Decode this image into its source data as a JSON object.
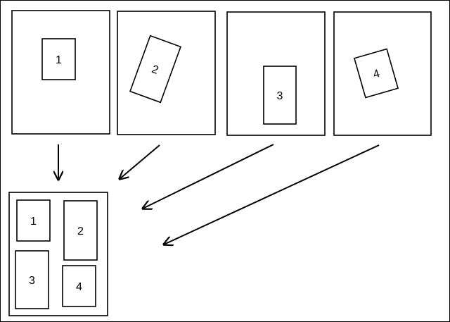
{
  "source_pages": [
    {
      "label": "1"
    },
    {
      "label": "2"
    },
    {
      "label": "3"
    },
    {
      "label": "4"
    }
  ],
  "combined_page": {
    "labels": [
      "1",
      "2",
      "3",
      "4"
    ]
  },
  "colors": {
    "stroke": "#000000",
    "background": "#ffffff"
  }
}
